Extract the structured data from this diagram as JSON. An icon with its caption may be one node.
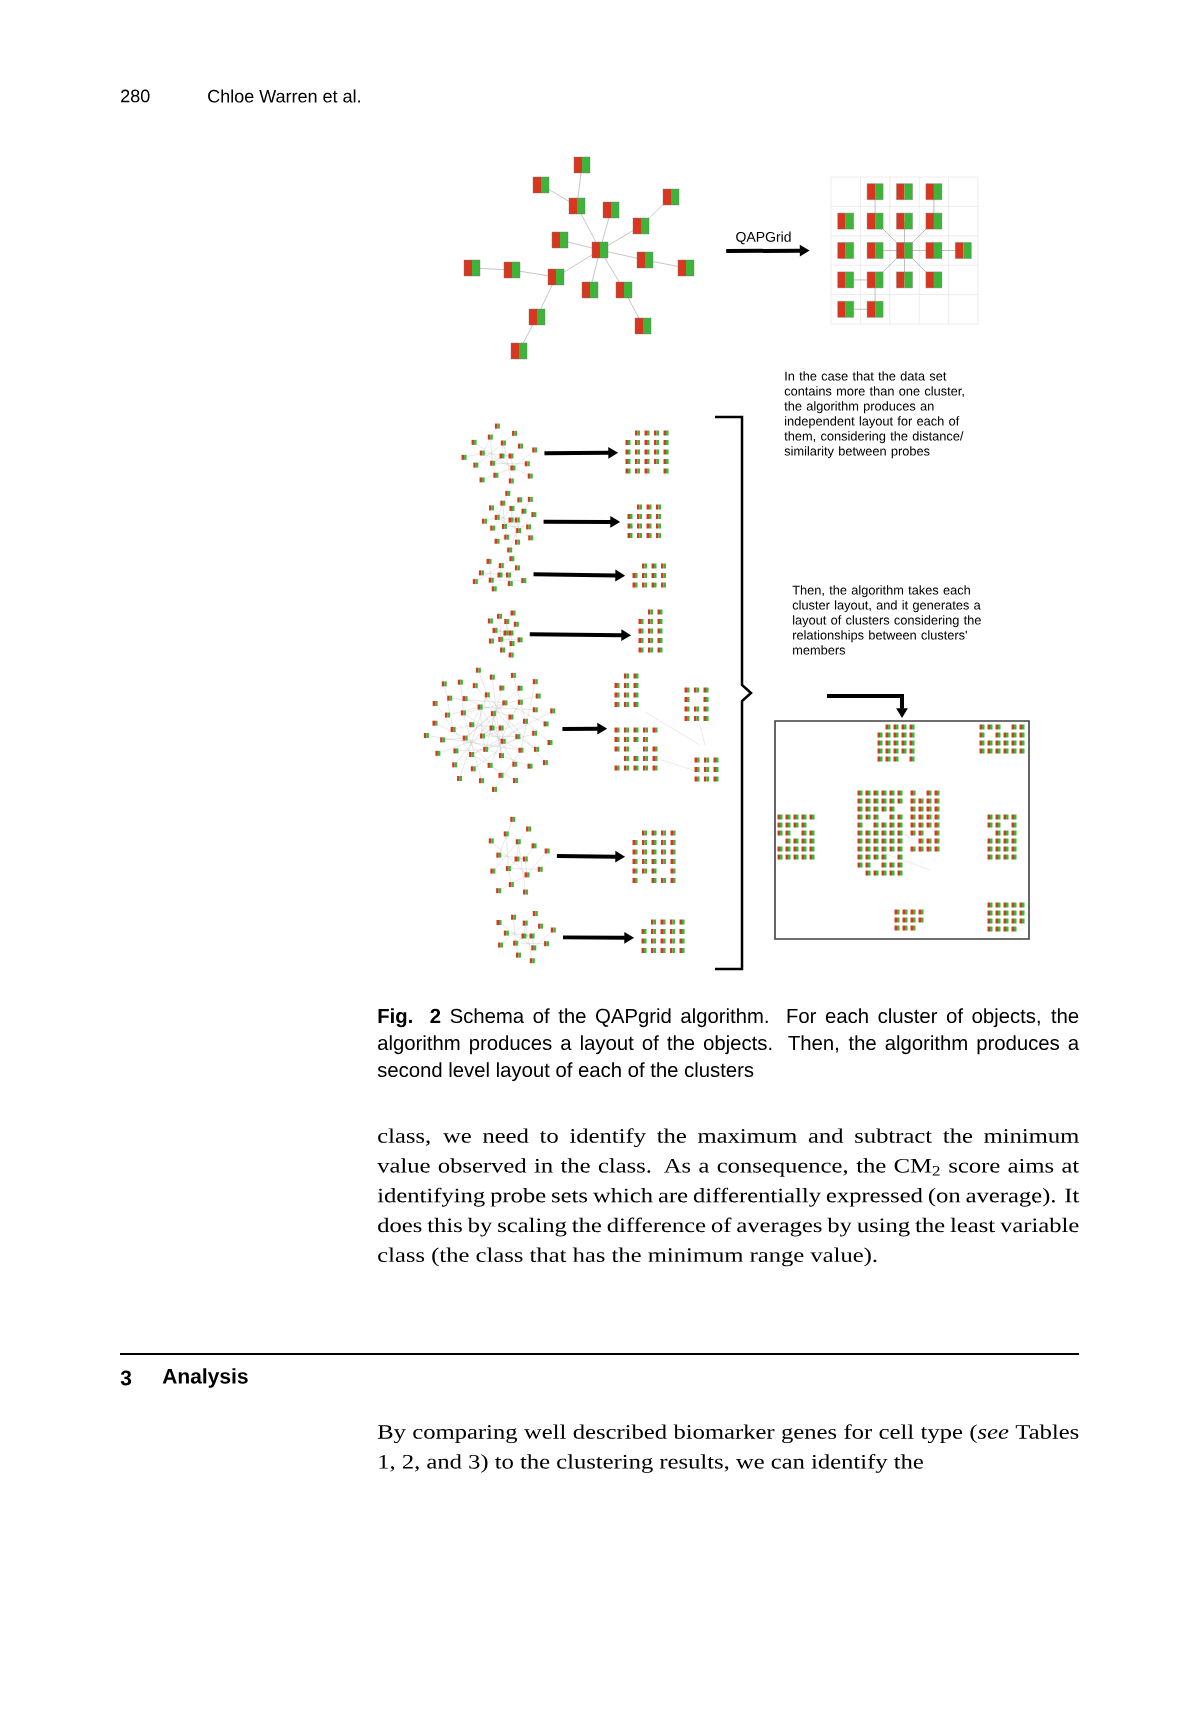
{
  "diagram": {
    "caption": "**Fig. 2** Schema of the QAPgrid algorithm. For each cluster of objects, the algorithm produces a layout of the objects. Then, the algorithm produces a second level layout of each of the clusters",
    "nodes": [
      {
        "text": [],
        "shape": "picture"
      },
      {
        "text": [],
        "shape": "picture"
      },
      {
        "text": [],
        "shape": "picture"
      },
      {
        "text": [],
        "shape": "picture"
      },
      {
        "text": [],
        "shape": "picture"
      },
      {
        "text": [],
        "shape": "picture"
      },
      {
        "text": [],
        "shape": "picture"
      },
      {
        "text": [],
        "shape": "picture"
      },
      {
        "text": [],
        "shape": "picture"
      },
      {
        "text": [],
        "shape": "picture"
      },
      {
        "text": [],
        "shape": "picture"
      },
      {
        "text": [],
        "shape": "picture"
      },
      {
        "text": [],
        "shape": "picture"
      },
      {
        "text": [],
        "shape": "picture"
      },
      {
        "text": [],
        "shape": "picture"
      },
      {
        "text": [],
        "shape": "picture"
      },
      {
        "text": [],
        "shape": "box"
      }
    ],
    "edges": [
      {
        "from": 0,
        "to": 1,
        "arrow": "to",
        "label": "QAPGrid"
      },
      {
        "from": 2,
        "to": 3,
        "arrow": "to"
      },
      {
        "from": 4,
        "to": 5,
        "arrow": "to"
      },
      {
        "from": 6,
        "to": 7,
        "arrow": "to"
      },
      {
        "from": 8,
        "to": 9,
        "arrow": "to"
      },
      {
        "from": 10,
        "to": 11,
        "arrow": "to"
      },
      {
        "from": 12,
        "to": 13,
        "arrow": "to"
      },
      {
        "from": 14,
        "to": 15,
        "arrow": "to"
      },
      {
        "from": null,
        "to": 16,
        "arrow": "to"
      }
    ],
    "labels": [
      "280",
      "Chloe Warren et al.",
      "In the case that the data set contains more than one cluster, the algorithm produces an independent layout for each of them, considering the distance/ similarity between probes",
      "Then, the algorithm takes each cluster layout, and it generates a layout of clusters considering the relationships between clusters' members",
      "class, we need to identify the maximum and subtract the minimum value observed in the class. As a consequence, the CM$_{2}$ score aims at identifying probe sets which are differentially expressed (on average). It does this by scaling the difference of averages by using the least variable class (the class that has the minimum range value).",
      "3",
      "Analysis",
      "By comparing well described biomarker genes for cell type (*see* Tables 1, 2, and 3) to the clustering results, we can identify the"
    ]
  }
}
